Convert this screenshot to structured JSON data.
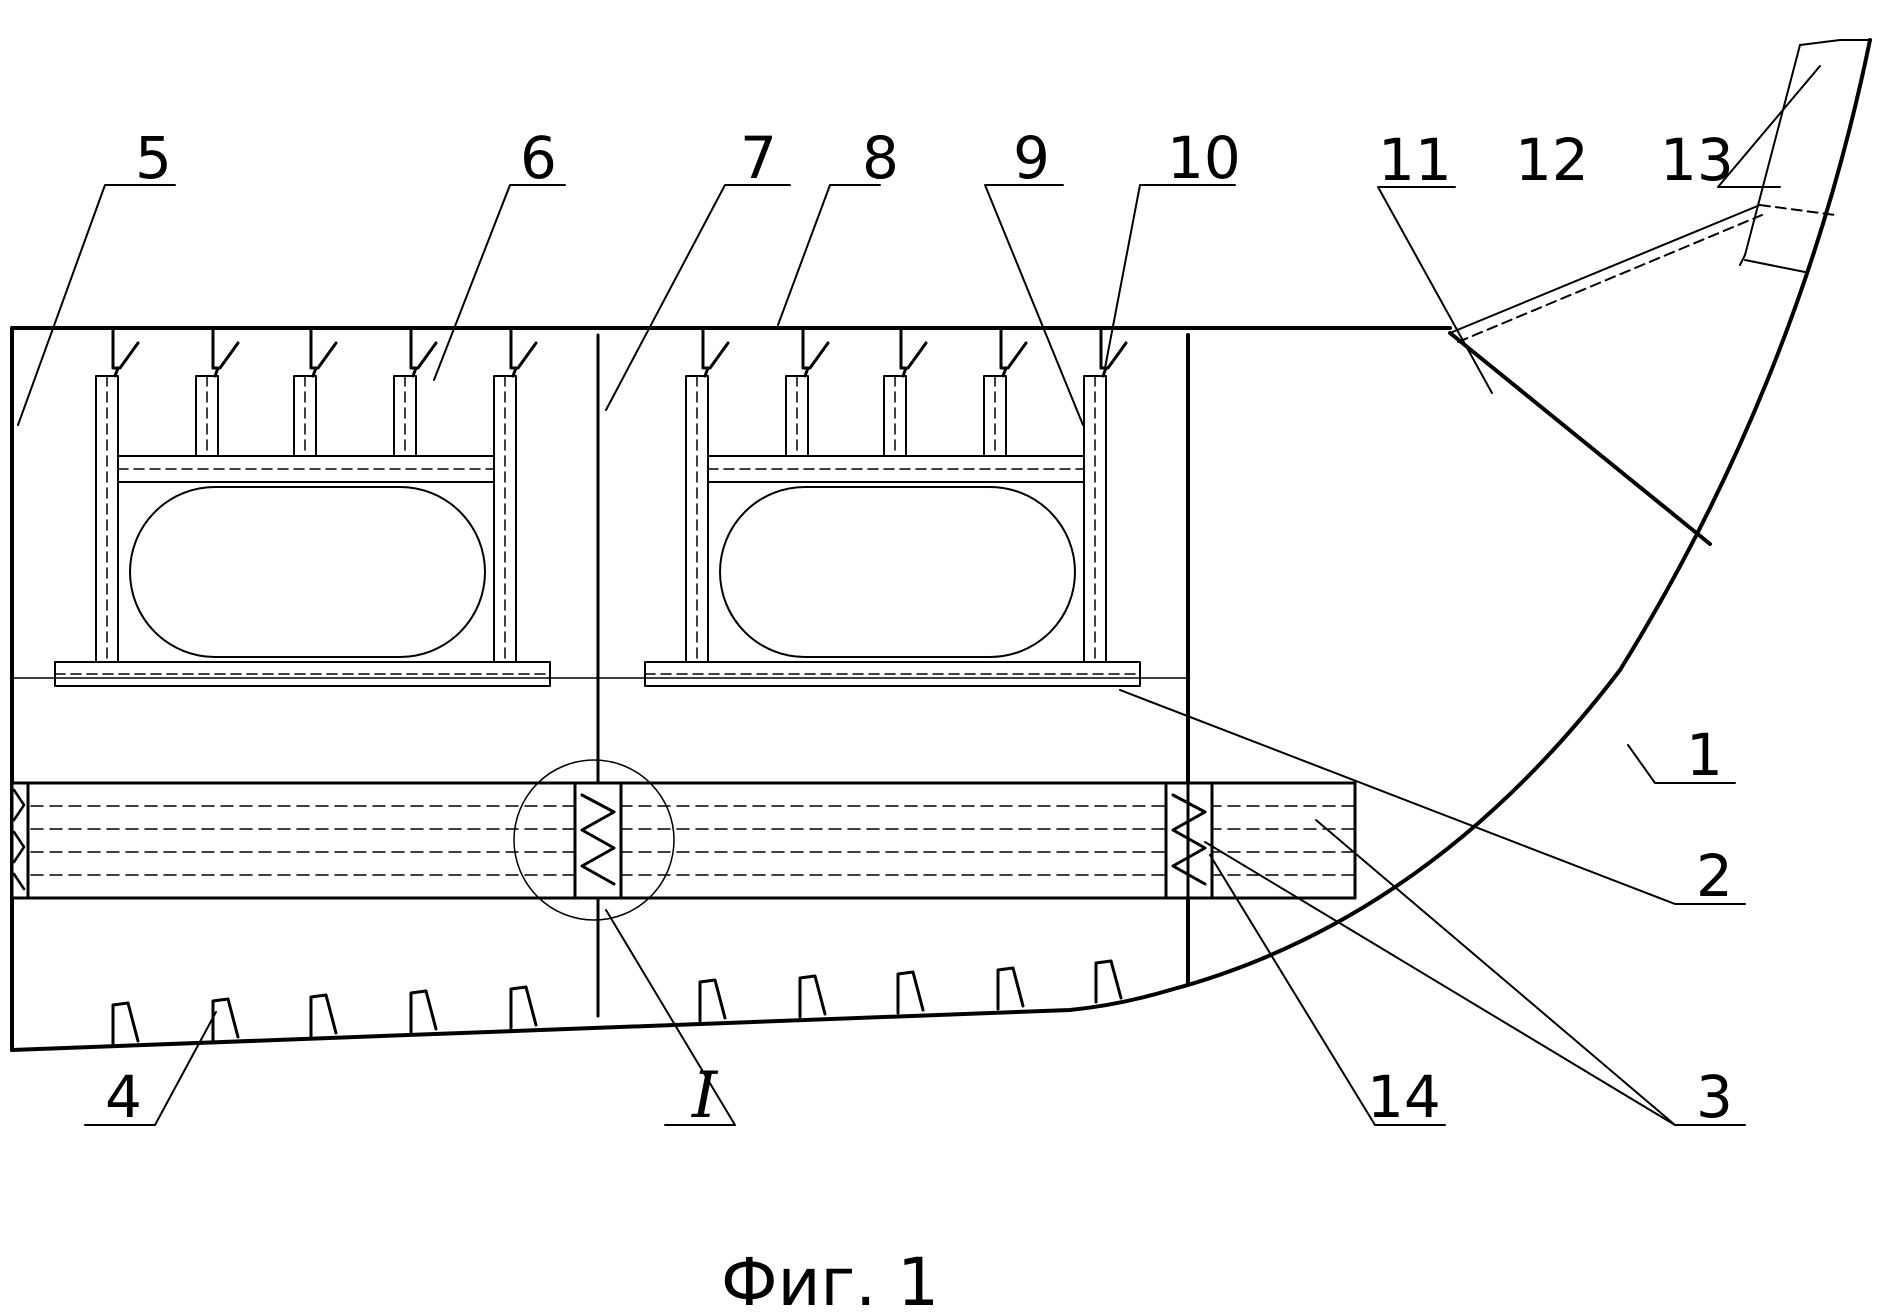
{
  "labels": {
    "l1": "1",
    "l2": "2",
    "l3": "3",
    "l4": "4",
    "l5": "5",
    "l6": "6",
    "l7": "7",
    "l8": "8",
    "l9": "9",
    "l10": "10",
    "l11": "11",
    "l12": "12",
    "l13": "13",
    "l14": "14",
    "detail": "I"
  },
  "caption": "Фиг. 1"
}
